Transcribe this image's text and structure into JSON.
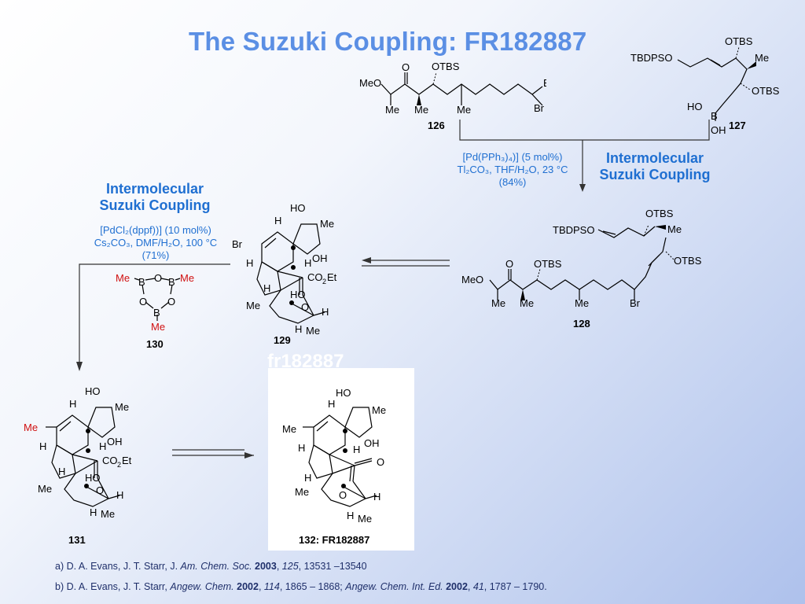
{
  "slide": {
    "title": "The Suzuki Coupling: FR182887",
    "overlay_label": "fr182887"
  },
  "reactions": {
    "step1": {
      "label_line1": "Intermolecular",
      "label_line2": "Suzuki Coupling",
      "catalyst": "[Pd(PPh₃)₄)] (5 mol%)",
      "conditions": "Tl₂CO₃, THF/H₂O, 23 °C",
      "yield": "(84%)"
    },
    "step2": {
      "label_line1": "Intermolecular",
      "label_line2": "Suzuki Coupling",
      "catalyst": "[PdCl₂(dppf))] (10 mol%)",
      "conditions": "Cs₂CO₃, DMF/H₂O, 100 °C",
      "yield": "(71%)"
    }
  },
  "compounds": {
    "c126": "126",
    "c127": "127",
    "c128": "128",
    "c129": "129",
    "c130": "130",
    "c131": "131",
    "c132": "132: FR182887"
  },
  "references": {
    "a": {
      "prefix": "a) D. A. Evans, J. T. Starr, J. ",
      "journal": "Am. Chem. Soc.",
      "year": "2003",
      "vol": "125",
      "pages": ", 13531 –13540"
    },
    "b": {
      "prefix": "b) D. A. Evans, J. T. Starr, ",
      "journal": "Angew. Chem.",
      "year": "2002",
      "vol": "114",
      "pages": ", 1865 – 1868; ",
      "journal2": "Angew. Chem. Int. Ed.",
      "year2": "2002",
      "vol2": "41",
      "pages2": ", 1787 – 1790."
    }
  },
  "colors": {
    "title": "#5b8fe4",
    "reagent": "#1f6fd1",
    "highlight_red": "#d01010"
  }
}
